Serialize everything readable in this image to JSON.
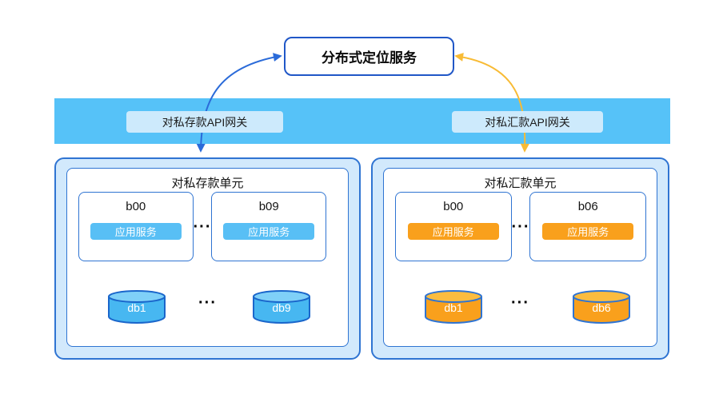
{
  "service_box": {
    "label": "分布式定位服务"
  },
  "gateways": {
    "left": "对私存款API网关",
    "right": "对私汇款API网关"
  },
  "units": {
    "deposit": {
      "title": "对私存款单元",
      "node_a": "b00",
      "node_b": "b09",
      "service_a": "应用服务",
      "service_b": "应用服务",
      "node_dots": "···",
      "db_dots": "···",
      "db_a": "db1",
      "db_b": "db9"
    },
    "remit": {
      "title": "对私汇款单元",
      "node_a": "b00",
      "node_b": "b06",
      "service_a": "应用服务",
      "service_b": "应用服务",
      "node_dots": "···",
      "db_dots": "···",
      "db_a": "db1",
      "db_b": "db6"
    }
  },
  "colors": {
    "band_blue": "#56c2f8",
    "container_blue_fill": "#d2e9fc",
    "outline_blue": "#2f74d2",
    "service_blue": "#58bff5",
    "service_orange": "#f9a01c",
    "curve_blue": "#2b6bd9",
    "curve_yellow": "#f8bb35",
    "peach_arrow": "#f2a983"
  }
}
